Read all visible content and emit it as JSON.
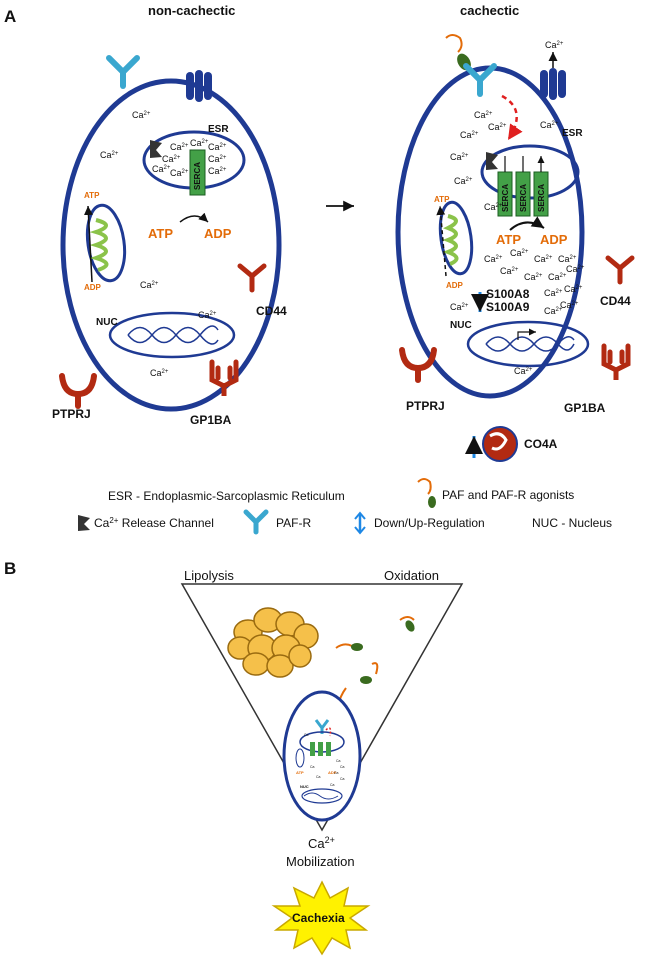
{
  "panel_a": {
    "label": "A",
    "left_title": "non-cachectic",
    "right_title": "cachectic",
    "ca": "Ca",
    "ca_sup": "2+",
    "esr": "ESR",
    "serca": "SERCA",
    "atp": "ATP",
    "adp": "ADP",
    "nuc": "NUC",
    "cd44": "CD44",
    "ptprj": "PTPRJ",
    "gp1ba": "GP1BA",
    "s100a8": "S100A8",
    "s100a9": "S100A9",
    "co4a": "CO4A"
  },
  "legend": {
    "esr": "ESR - Endoplasmic-Sarcoplasmic Reticulum",
    "paf": "PAF and PAF-R agonists",
    "release_pre": "Ca",
    "release_sup": "2+",
    "release_post": " Release Channel",
    "pafr": "PAF-R",
    "updown": "Down/Up-Regulation",
    "nuc": "NUC - Nucleus"
  },
  "panel_b": {
    "label": "B",
    "lipolysis": "Lipolysis",
    "oxidation": "Oxidation",
    "ca": "Ca",
    "ca_sup": "2+",
    "mobilization": "Mobilization",
    "cachexia": "Cachexia"
  },
  "colors": {
    "cell_border": "#1f3a93",
    "receptor_red": "#b22a12",
    "pafr_blue": "#3aa7cf",
    "serca_green": "#43a047",
    "mito_green": "#8bc34a",
    "label_orange": "#e36c09",
    "arrow_blue": "#1e88e5",
    "star_yellow": "#fff200",
    "fat_yellow": "#f5c04a"
  }
}
